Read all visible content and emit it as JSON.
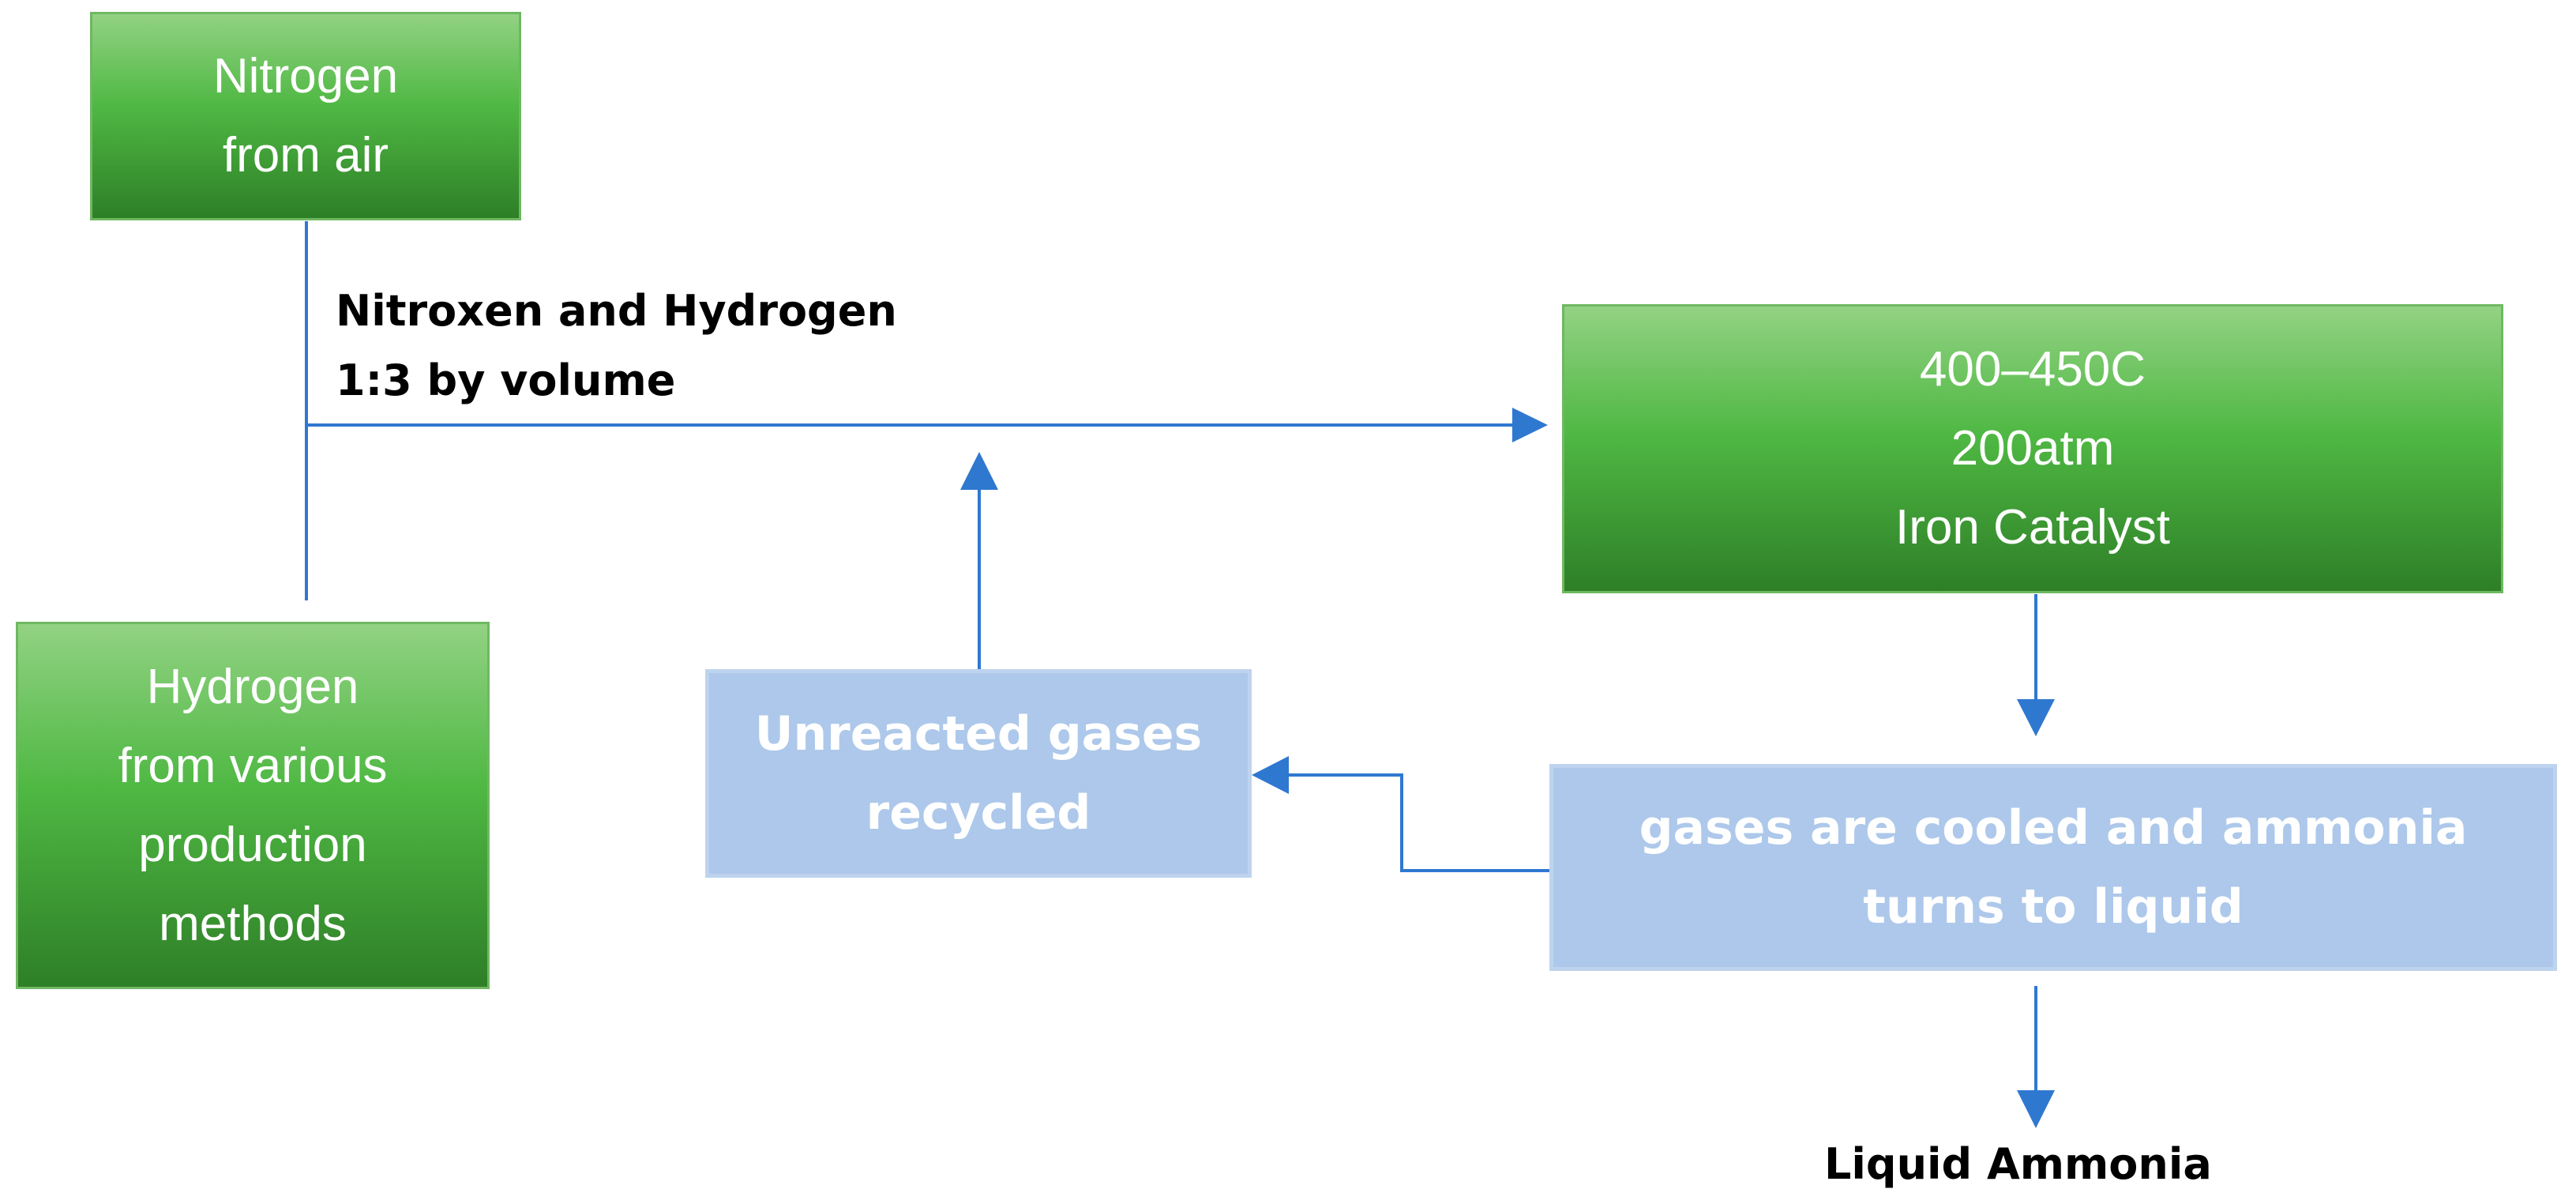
{
  "diagram": {
    "nodes": {
      "nitrogen": {
        "text": "Nitrogen\nfrom air"
      },
      "hydrogen": {
        "text": "Hydrogen\nfrom various\nproduction\nmethods"
      },
      "reactor": {
        "text": "400–450C\n200atm\nIron Catalyst"
      },
      "cooler": {
        "text": "gases are cooled and ammonia\nturns to liquid"
      },
      "recycle": {
        "text": "Unreacted gases\nrecycled"
      }
    },
    "labels": {
      "feed": "Nitroxen and Hydrogen\n1:3 by volume",
      "product": "Liquid Ammonia"
    },
    "colors": {
      "box_green_top": "#92d283",
      "box_green_mid": "#4fb843",
      "box_green_bottom": "#2e7f27",
      "box_blue": "#adc8ea",
      "arrow": "#2f78d0"
    },
    "edges": [
      {
        "from": "nitrogen",
        "to": "reactor"
      },
      {
        "from": "hydrogen",
        "to": "reactor"
      },
      {
        "from": "reactor",
        "to": "cooler"
      },
      {
        "from": "cooler",
        "to": "recycle"
      },
      {
        "from": "recycle",
        "to": "feed-line"
      },
      {
        "from": "cooler",
        "to": "product"
      }
    ]
  }
}
